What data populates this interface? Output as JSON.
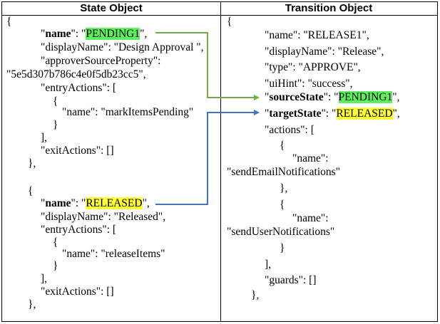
{
  "headers": {
    "left": "State Object",
    "right": "Transition Object"
  },
  "left": {
    "open_brace": "{",
    "s1": {
      "name_key": "name",
      "name_prefix": "\": \"",
      "name_value": "PENDING1",
      "name_suffix": "\",",
      "display_name": "\"displayName\": \"Design Approval \",",
      "approver_prop": "\"approverSourceProperty\":",
      "approver_value": "\"5e5d307b786c4e0f5db23cc5\",",
      "entry_actions": "\"entryActions\": [",
      "inner_open": "{",
      "inner_name": "\"name\": \"markItemsPending\"",
      "inner_close": "}",
      "array_close": "],",
      "exit_actions": "\"exitActions\": []",
      "close": "},"
    },
    "s2": {
      "open": "{",
      "name_key": "name",
      "name_prefix": "\": \"",
      "name_value": "RELEASED",
      "name_suffix": "\",",
      "display_name": "\"displayName\": \"Released\",",
      "entry_actions": "\"entryActions\": [",
      "inner_open": "{",
      "inner_name": "\"name\": \"releaseItems\"",
      "inner_close": "}",
      "array_close": "],",
      "exit_actions": "\"exitActions\": []",
      "close": "},"
    }
  },
  "right": {
    "open_brace": "{",
    "name": "\"name\": \"RELEASE1\",",
    "display_name": "\"displayName\": \"Release\",",
    "type": "\"type\": \"APPROVE\",",
    "ui_hint": "\"uiHint\": \"success\",",
    "source_key": "sourceState",
    "source_prefix": "\": \"",
    "source_value": "PENDING1",
    "source_suffix": "\",",
    "target_key": "targetState",
    "target_prefix": "\": \"",
    "target_value": "RELEASED",
    "target_suffix": "\",",
    "actions": "\"actions\": [",
    "a1_open": "{",
    "a1_name_key": "\"name\":",
    "a1_name_value": "\"sendEmailNotifications\"",
    "a1_close": "},",
    "a2_open": "{",
    "a2_name_key": "\"name\":",
    "a2_name_value": "\"sendUserNotifications\"",
    "a2_close": "}",
    "array_close": "],",
    "guards": "\"guards\": []",
    "close": "},"
  },
  "colors": {
    "highlight_green": "#5ef05e",
    "highlight_yellow": "#ffff3a",
    "arrow_green": "#6fae45",
    "arrow_blue": "#4472c4"
  }
}
